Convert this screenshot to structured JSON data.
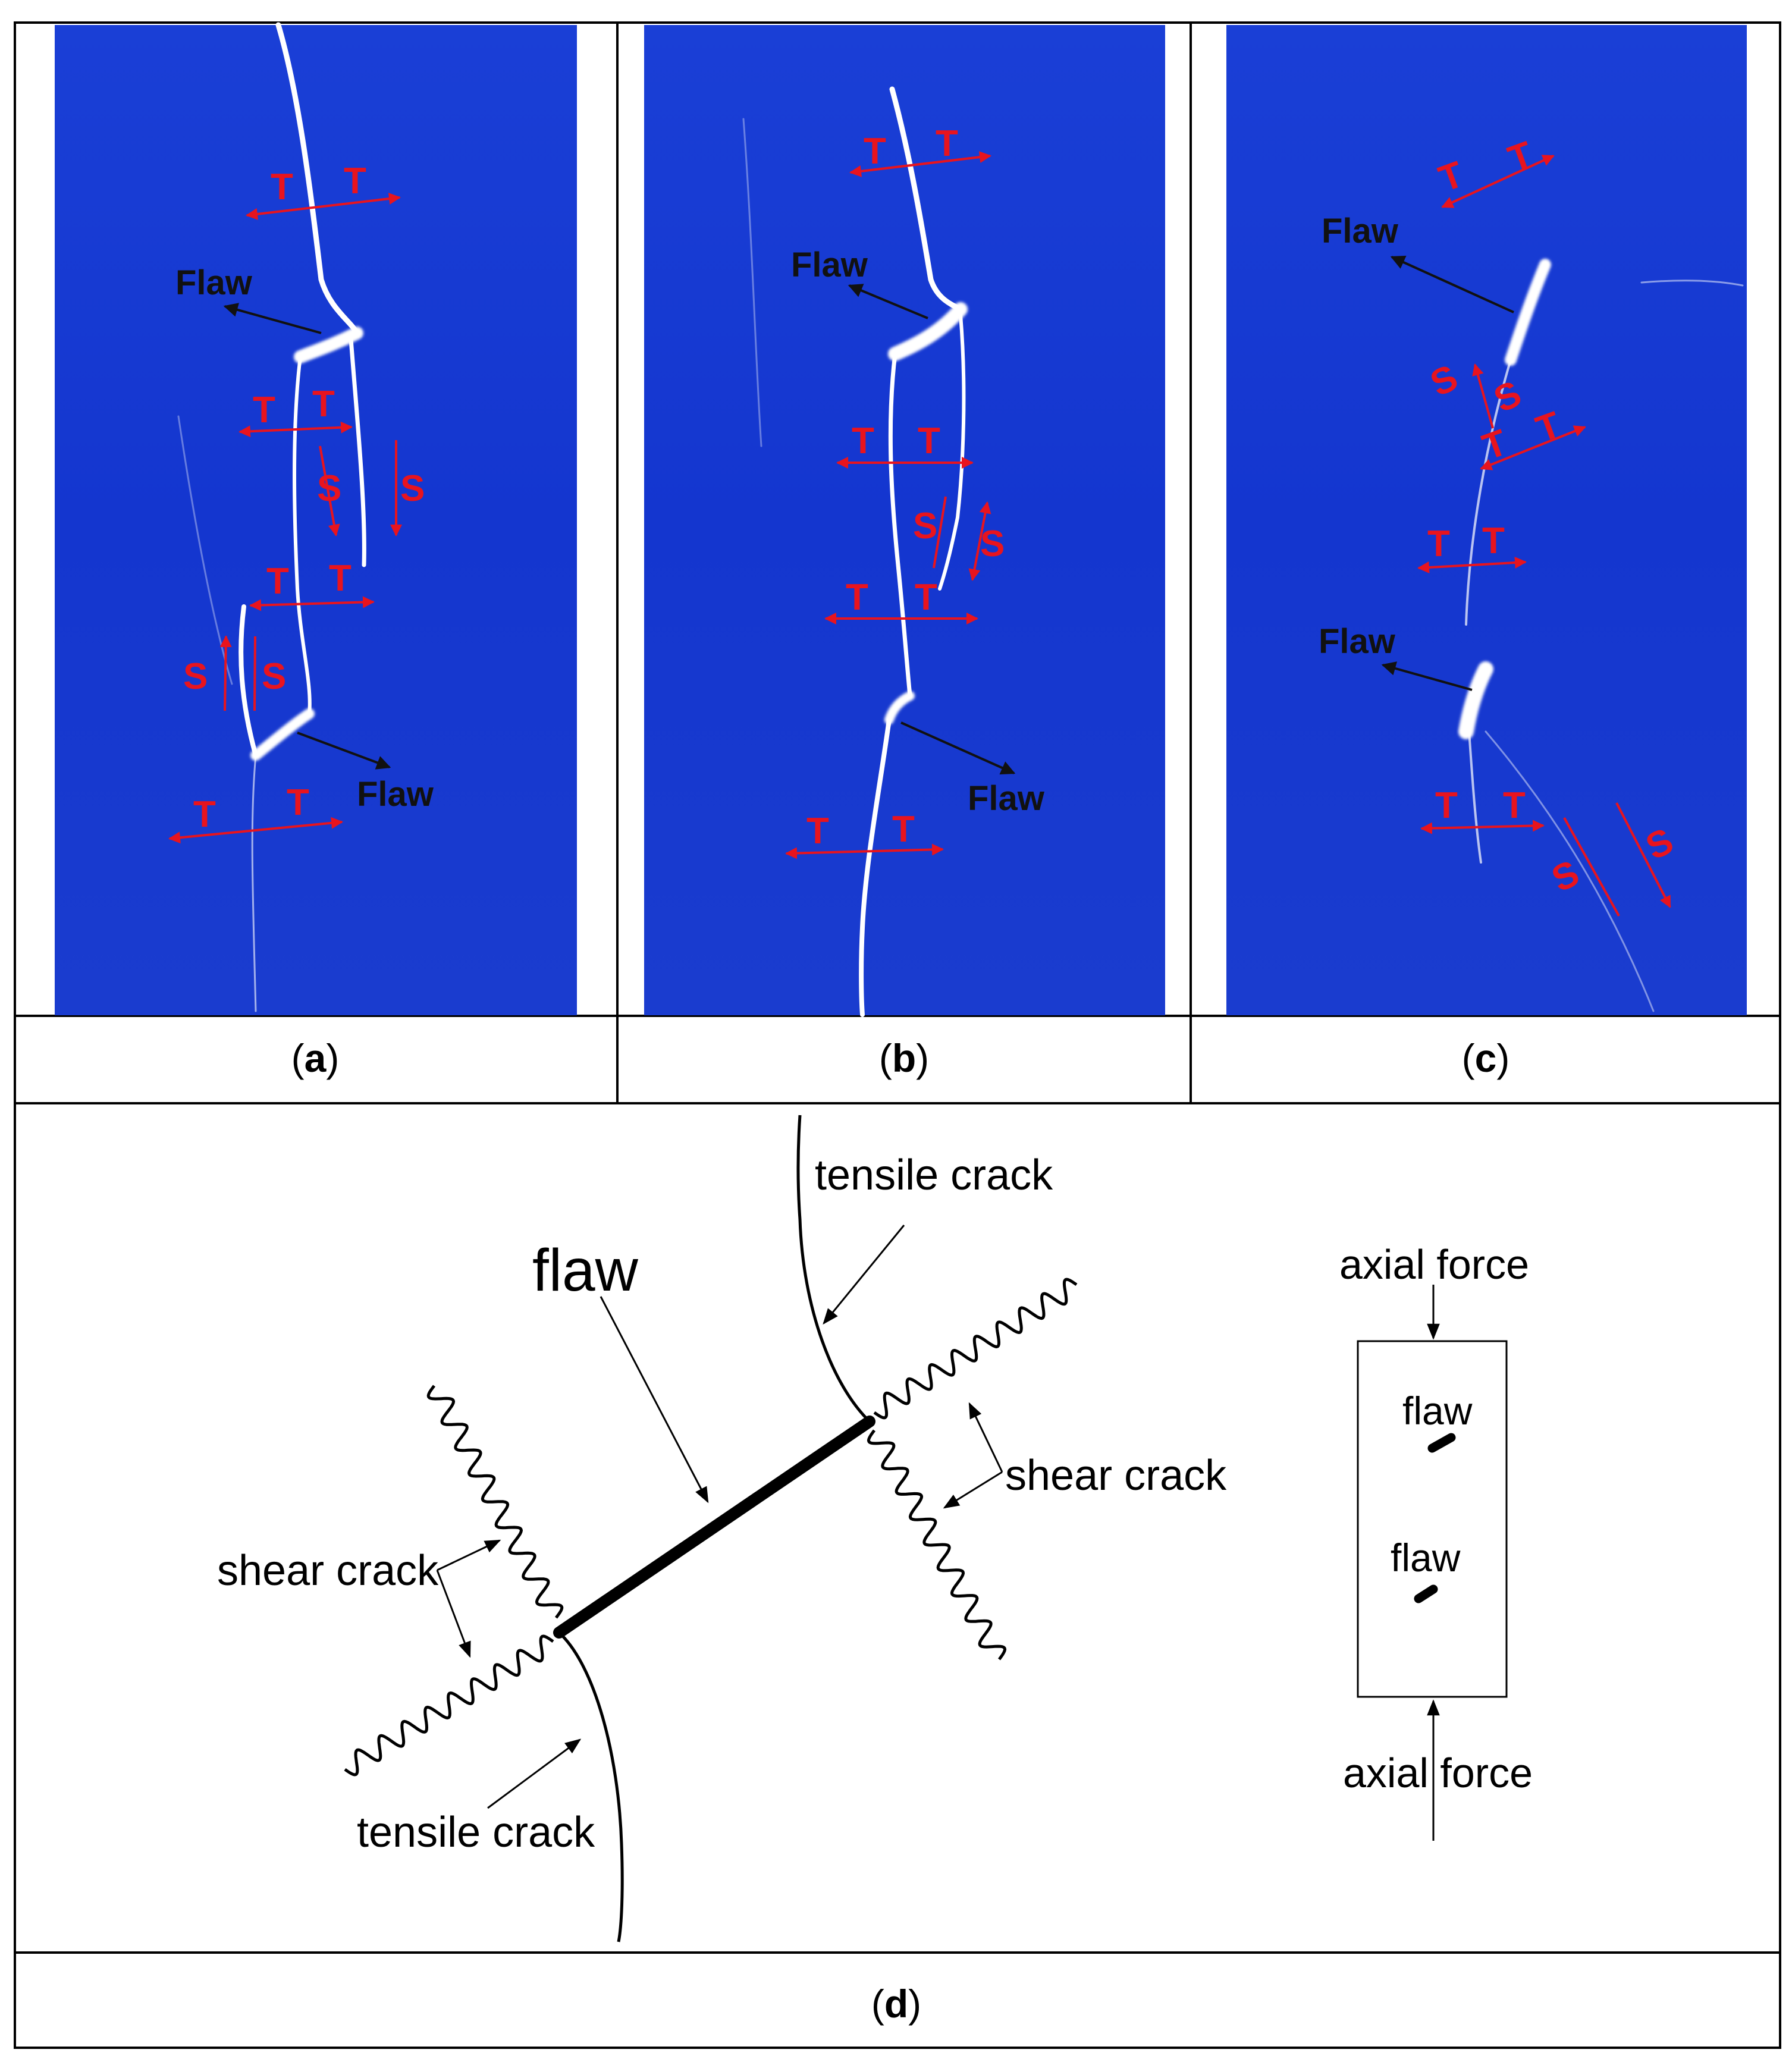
{
  "captions": {
    "a": "a",
    "b": "b",
    "c": "c",
    "d": "d"
  },
  "panel_a": {
    "tension_label": "T",
    "shear_label": "S",
    "flaw_label": "Flaw"
  },
  "panel_b": {
    "tension_label": "T",
    "shear_label": "S",
    "flaw_label": "Flaw"
  },
  "panel_c": {
    "tension_label": "T",
    "shear_label": "S",
    "flaw_label": "Flaw"
  },
  "panel_d": {
    "flaw_title": "flaw",
    "tensile_crack_label": "tensile crack",
    "shear_crack_label": "shear crack",
    "axial_force_label": "axial force",
    "specimen_flaw_label": "flaw"
  },
  "colors": {
    "specimen_blue": "#1238d0",
    "crack_white": "#ffffff",
    "label_red": "#e8141e",
    "label_black": "#111111"
  }
}
